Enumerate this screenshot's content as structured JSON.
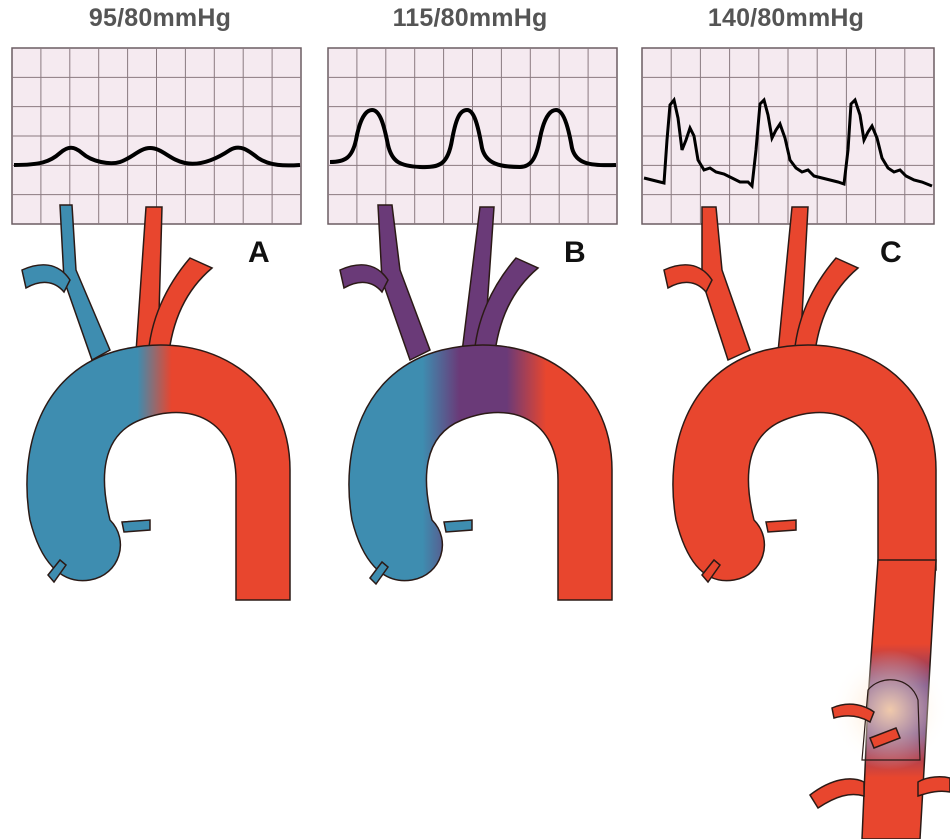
{
  "panels": [
    {
      "id": "A",
      "pressure": "95/80mmHg",
      "label": "A"
    },
    {
      "id": "B",
      "pressure": "115/80mmHg",
      "label": "B"
    },
    {
      "id": "C",
      "pressure": "140/80mmHg",
      "label": "C"
    }
  ],
  "colors": {
    "grid_background": "#f5eaf0",
    "grid_line": "#8a7a80",
    "waveform": "#000000",
    "oxygenated": "#e8462e",
    "deoxygenated": "#3e8db0",
    "mixed": "#6a3a78"
  }
}
